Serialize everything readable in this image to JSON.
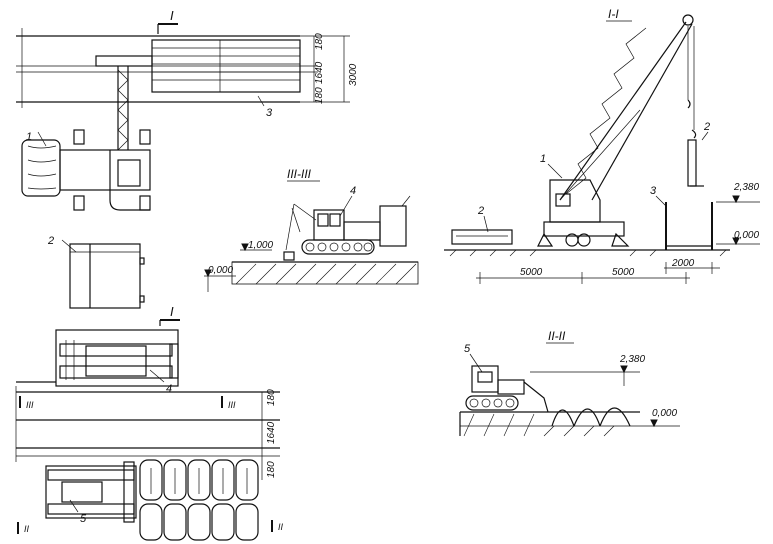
{
  "sections": {
    "plan_top": "I",
    "section_1_1": "I-I",
    "section_3_3": "III-III",
    "section_2_2": "II-II",
    "plan_bottom": "I",
    "cut_III_left": "III",
    "cut_III_right": "III",
    "cut_II_left": "II",
    "cut_II_right": "II"
  },
  "dimensions": {
    "d180_top": "180",
    "d1640_top": "1640",
    "d180_top2": "180",
    "d3000": "3000",
    "d180_bot1": "180",
    "d1640_bot": "1640",
    "d180_bot2": "180",
    "d5000_left": "5000",
    "d5000_right": "5000",
    "d2000": "2000",
    "lvl_2380_crane": "2,380",
    "lvl_0000_crane": "0,000",
    "lvl_1000": "1,000",
    "lvl_0000_33": "0,000",
    "lvl_2380_22": "2,380",
    "lvl_0000_22": "0,000"
  },
  "callouts": {
    "c1_plan": "1",
    "c2_plan": "2",
    "c3_plan": "3",
    "c4_33": "4",
    "c1_crane": "1",
    "c2_crane": "2",
    "c3_crane": "3",
    "c2_crane_slabs": "2",
    "c4_plan": "4",
    "c5_plan": "5",
    "c5_22": "5"
  }
}
